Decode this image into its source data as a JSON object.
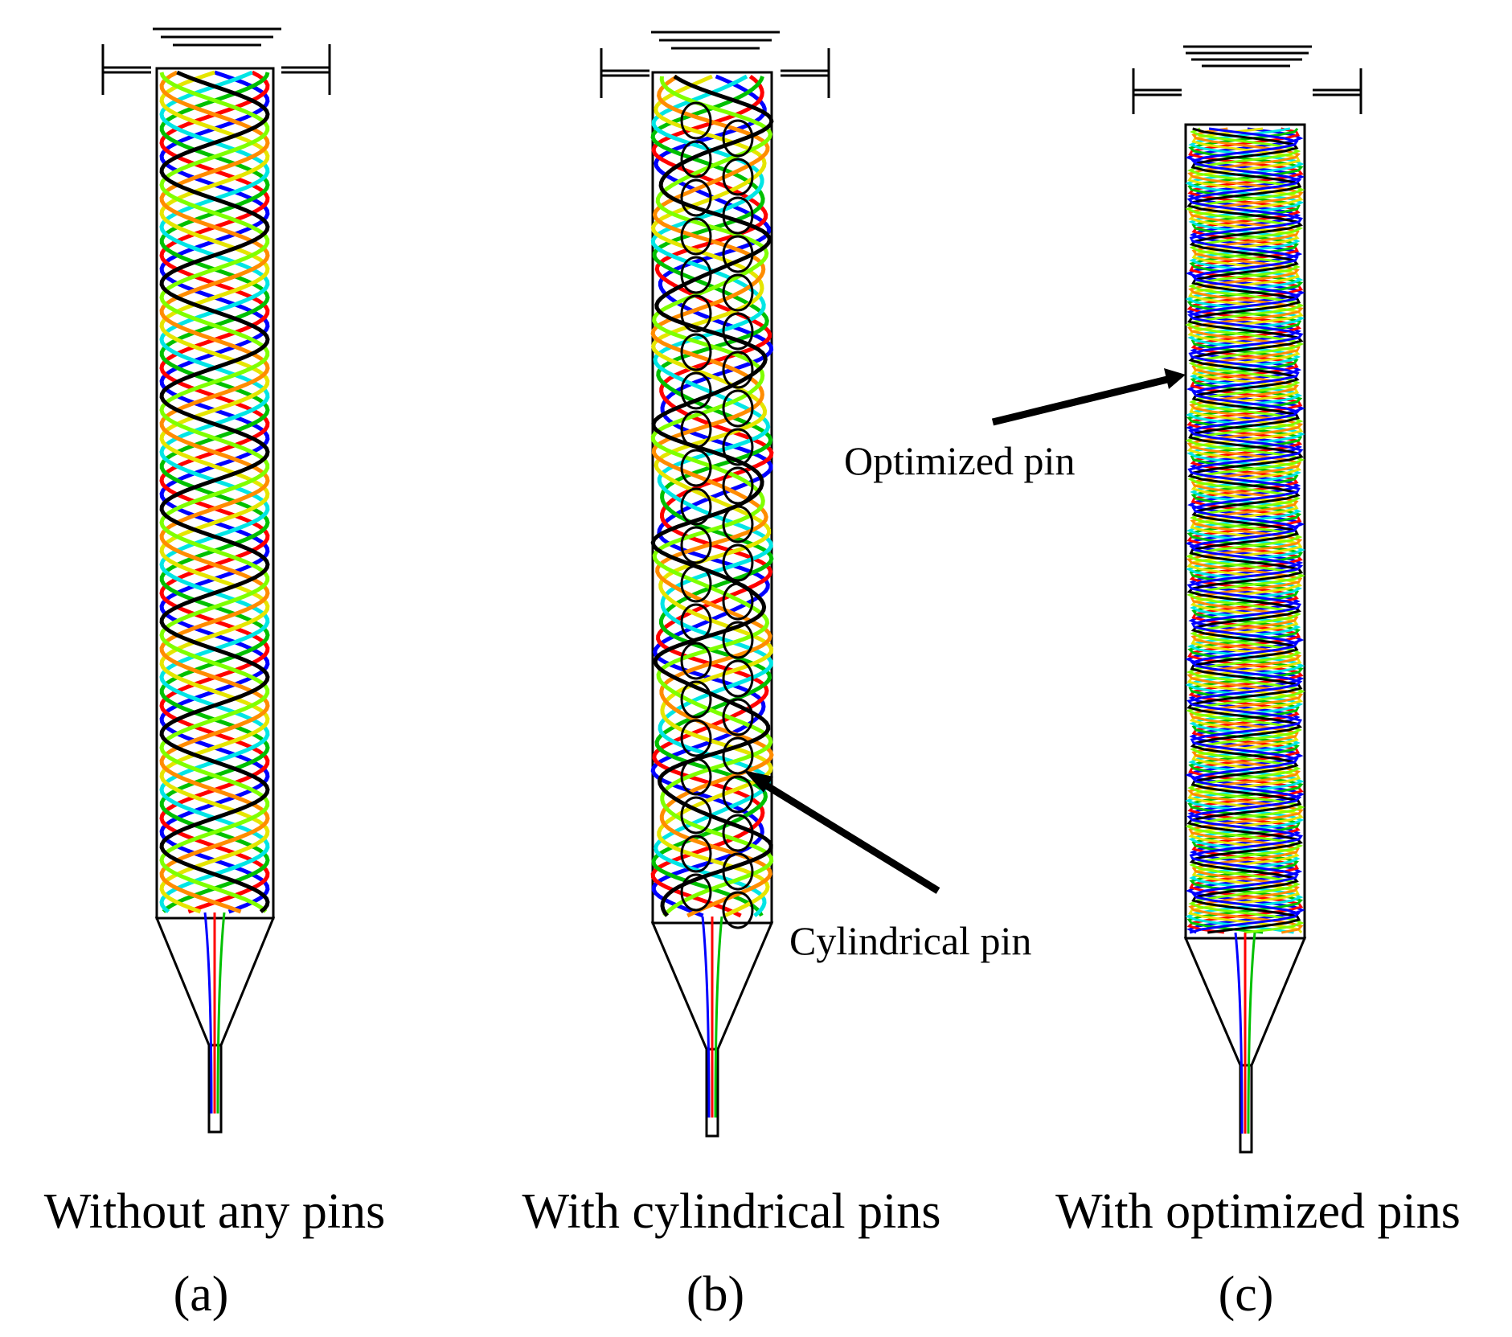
{
  "panels": [
    {
      "id": "a",
      "caption": "Without any pins",
      "label": "(a)"
    },
    {
      "id": "b",
      "caption": "With cylindrical pins",
      "label": "(b)"
    },
    {
      "id": "c",
      "caption": "With optimized pins",
      "label": "(c)"
    }
  ],
  "callouts": {
    "cylindrical_pin": "Cylindrical pin",
    "optimized_pin": "Optimized pin"
  },
  "streamline_colors": [
    "#0000ff",
    "#ff0000",
    "#00c000",
    "#00e5e5",
    "#e5e500",
    "#ff8c00",
    "#7fff00",
    "#000000"
  ]
}
